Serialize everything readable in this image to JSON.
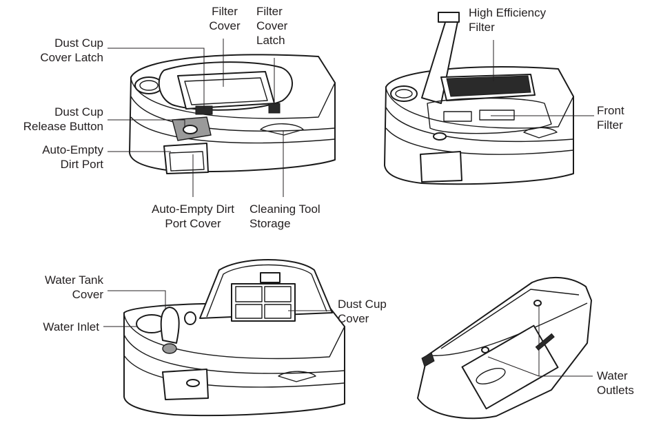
{
  "labels": {
    "filter_cover": "Filter\nCover",
    "filter_cover_latch": "Filter\nCover\nLatch",
    "dust_cup_cover_latch": "Dust Cup\nCover Latch",
    "dust_cup_release_button": "Dust Cup\nRelease Button",
    "auto_empty_dirt_port": "Auto-Empty\nDirt Port",
    "auto_empty_dirt_port_cover": "Auto-Empty Dirt\nPort Cover",
    "cleaning_tool_storage": "Cleaning Tool\nStorage",
    "high_efficiency_filter": "High Efficiency\nFilter",
    "front_filter": "Front\nFilter",
    "water_tank_cover": "Water Tank\nCover",
    "water_inlet": "Water Inlet",
    "dust_cup_cover": "Dust Cup\nCover",
    "water_outlets": "Water\nOutlets"
  }
}
